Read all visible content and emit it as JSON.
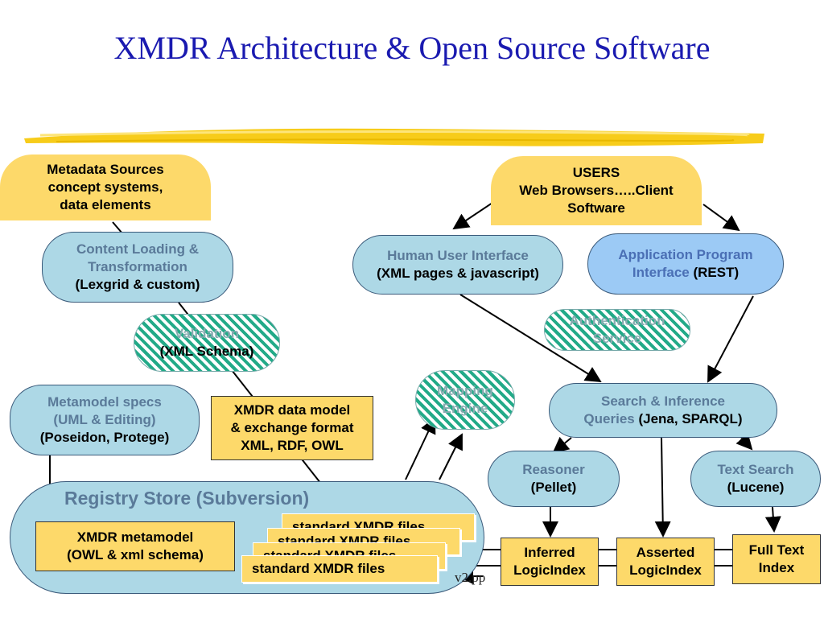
{
  "title": "XMDR Architecture & Open Source Software",
  "metadata_sources": {
    "line1": "Metadata Sources",
    "line2": "concept systems,",
    "line3": "data elements"
  },
  "users": {
    "line1": "USERS",
    "line2": "Web Browsers…..Client",
    "line3": "Software"
  },
  "content_loading": {
    "line1": "Content Loading &",
    "line2": "Transformation",
    "line3": "(Lexgrid & custom)"
  },
  "human_ui": {
    "line1": "Human User Interface",
    "line2": "(XML pages & javascript)"
  },
  "api": {
    "line1": "Application Program",
    "line2a": "Interface ",
    "line2b": "(REST)"
  },
  "validation": {
    "line1": "Validation",
    "line2": "(XML Schema)"
  },
  "authentication": {
    "line1": "Authentication",
    "line2": "Service"
  },
  "metamodel_specs": {
    "line1": "Metamodel specs",
    "line2": "(UML & Editing)",
    "line3": "(Poseidon, Protege)"
  },
  "data_model": {
    "line1": "XMDR data model",
    "line2": "& exchange format",
    "line3": "XML, RDF, OWL"
  },
  "mapping": {
    "line1": "Mapping",
    "line2": "Engine"
  },
  "search": {
    "line1": "Search & Inference",
    "line2a": "Queries ",
    "line2b": "(Jena, SPARQL)"
  },
  "reasoner": {
    "line1": "Reasoner",
    "line2": "(Pellet)"
  },
  "text_search": {
    "line1": "Text Search",
    "line2": "(Lucene)"
  },
  "registry": {
    "label": "Registry Store (Subversion)"
  },
  "xmdr_metamodel": {
    "line1": "XMDR metamodel",
    "line2": "(OWL & xml schema)"
  },
  "standard_files": [
    "standard XMDR files",
    "standard XMDR files",
    "standard XMDR files",
    "standard XMDR files"
  ],
  "inferred": {
    "line1": "Inferred",
    "line2": "LogicIndex"
  },
  "asserted": {
    "line1": "Asserted",
    "line2": "LogicIndex"
  },
  "fulltext": {
    "line1": "Full Text",
    "line2": "Index"
  },
  "footer": "v2.pp"
}
